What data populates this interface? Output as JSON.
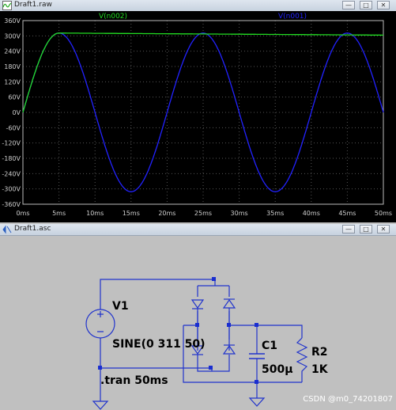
{
  "waveform_window": {
    "title": "Draft1.raw",
    "legend": [
      {
        "name": "V(n002)",
        "color": "#22dd22"
      },
      {
        "name": "V(n001)",
        "color": "#2222ff"
      }
    ]
  },
  "schematic_window": {
    "title": "Draft1.asc",
    "labels": {
      "v1": "V1",
      "sine": "SINE(0 311 50)",
      "tran": ".tran 50ms",
      "c1": "C1",
      "c1_value": "500μ",
      "r2": "R2",
      "r2_value": "1K"
    }
  },
  "controls": {
    "minimize": "—",
    "maximize": "□",
    "close": "✕"
  },
  "watermark": "CSDN @m0_74201807",
  "chart_data": {
    "type": "line",
    "x_unit": "ms",
    "y_unit": "V",
    "xlim": [
      0,
      50
    ],
    "ylim": [
      -360,
      360
    ],
    "x_ticks": [
      "0ms",
      "5ms",
      "10ms",
      "15ms",
      "20ms",
      "25ms",
      "30ms",
      "35ms",
      "40ms",
      "45ms",
      "50ms"
    ],
    "y_ticks": [
      "360V",
      "300V",
      "240V",
      "180V",
      "120V",
      "60V",
      "0V",
      "-60V",
      "-120V",
      "-180V",
      "-240V",
      "-300V",
      "-360V"
    ],
    "series": [
      {
        "name": "V(n001)",
        "color": "#2222ff",
        "kind": "sine",
        "amplitude": 311,
        "frequency_hz": 50
      },
      {
        "name": "V(n002)",
        "color": "#22dd22",
        "kind": "rectified-filtered",
        "peak": 311,
        "end_value": 303
      }
    ]
  }
}
